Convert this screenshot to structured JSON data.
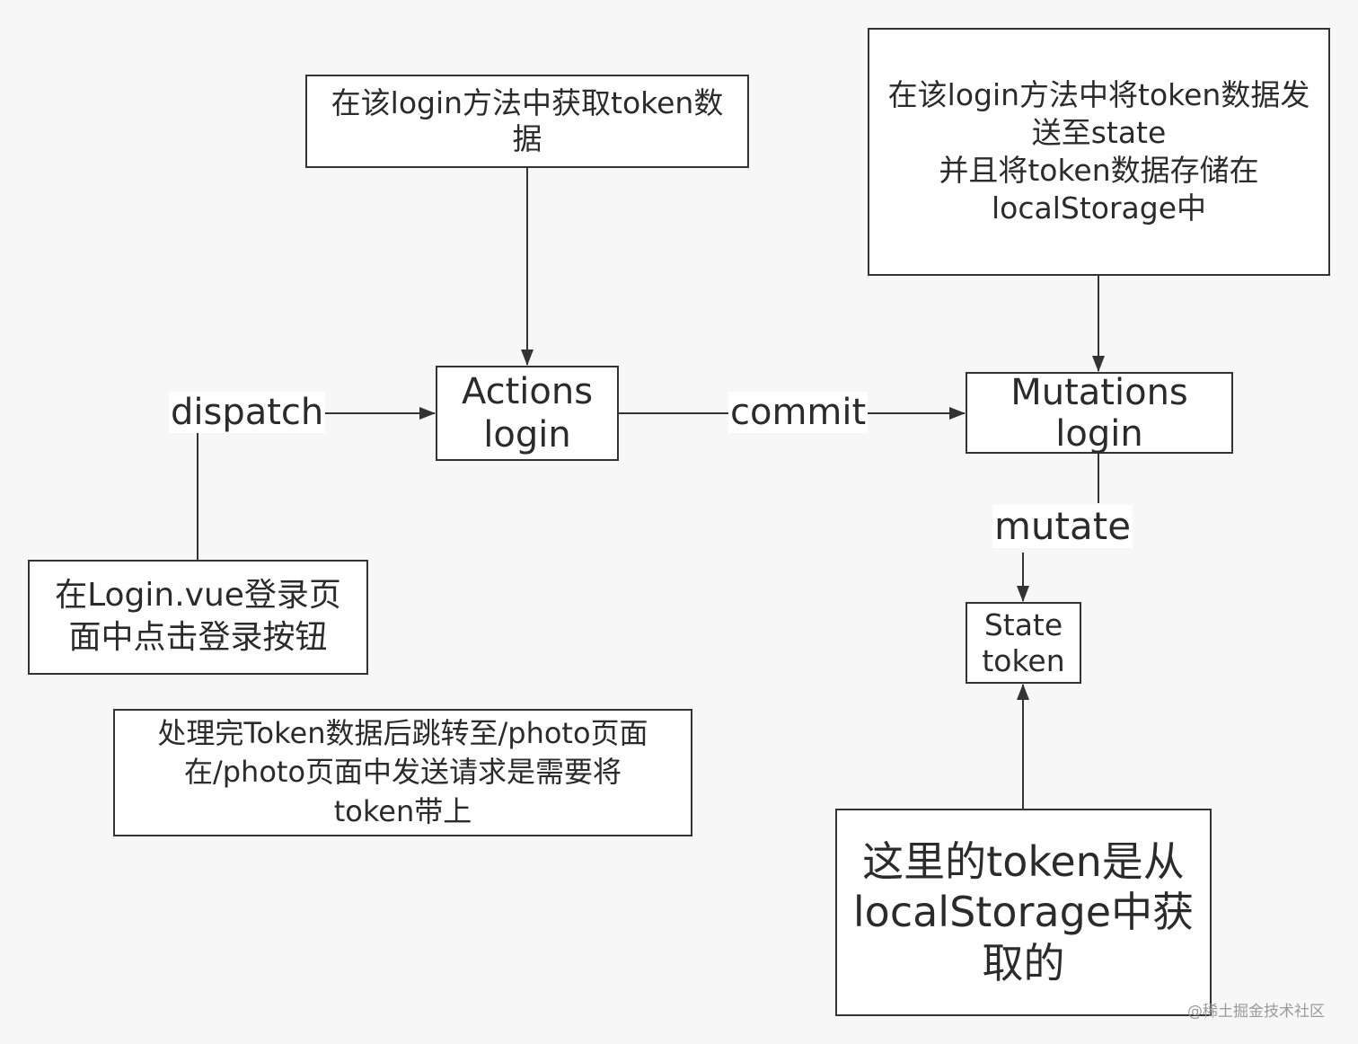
{
  "diagram": {
    "nodes": {
      "get_token": {
        "text": "在该login方法中获取token数\n据"
      },
      "send_token": {
        "text": "在该login方法中将token数据发\n送至state\n并且将token数据存储在\nlocalStorage中"
      },
      "actions": {
        "text": "Actions\nlogin"
      },
      "mutations": {
        "text": "Mutations\nlogin"
      },
      "login_page": {
        "text": "在Login.vue登录页\n面中点击登录按钮"
      },
      "state": {
        "text": "State\ntoken"
      },
      "redirect_note": {
        "text": "处理完Token数据后跳转至/photo页面\n在/photo页面中发送请求是需要将\ntoken带上"
      },
      "local_storage_note": {
        "text": "这里的token是从\nlocalStorage中获\n取的"
      }
    },
    "edges": [
      {
        "from": "login_page",
        "to": "actions",
        "label": "dispatch"
      },
      {
        "from": "actions",
        "to": "mutations",
        "label": "commit"
      },
      {
        "from": "mutations",
        "to": "state",
        "label": "mutate"
      },
      {
        "from": "get_token",
        "to": "actions",
        "label": ""
      },
      {
        "from": "send_token",
        "to": "mutations",
        "label": ""
      },
      {
        "from": "local_storage_note",
        "to": "state",
        "label": ""
      }
    ],
    "labels": {
      "dispatch": "dispatch",
      "commit": "commit",
      "mutate": "mutate"
    }
  },
  "watermark": "@稀土掘金技术社区"
}
